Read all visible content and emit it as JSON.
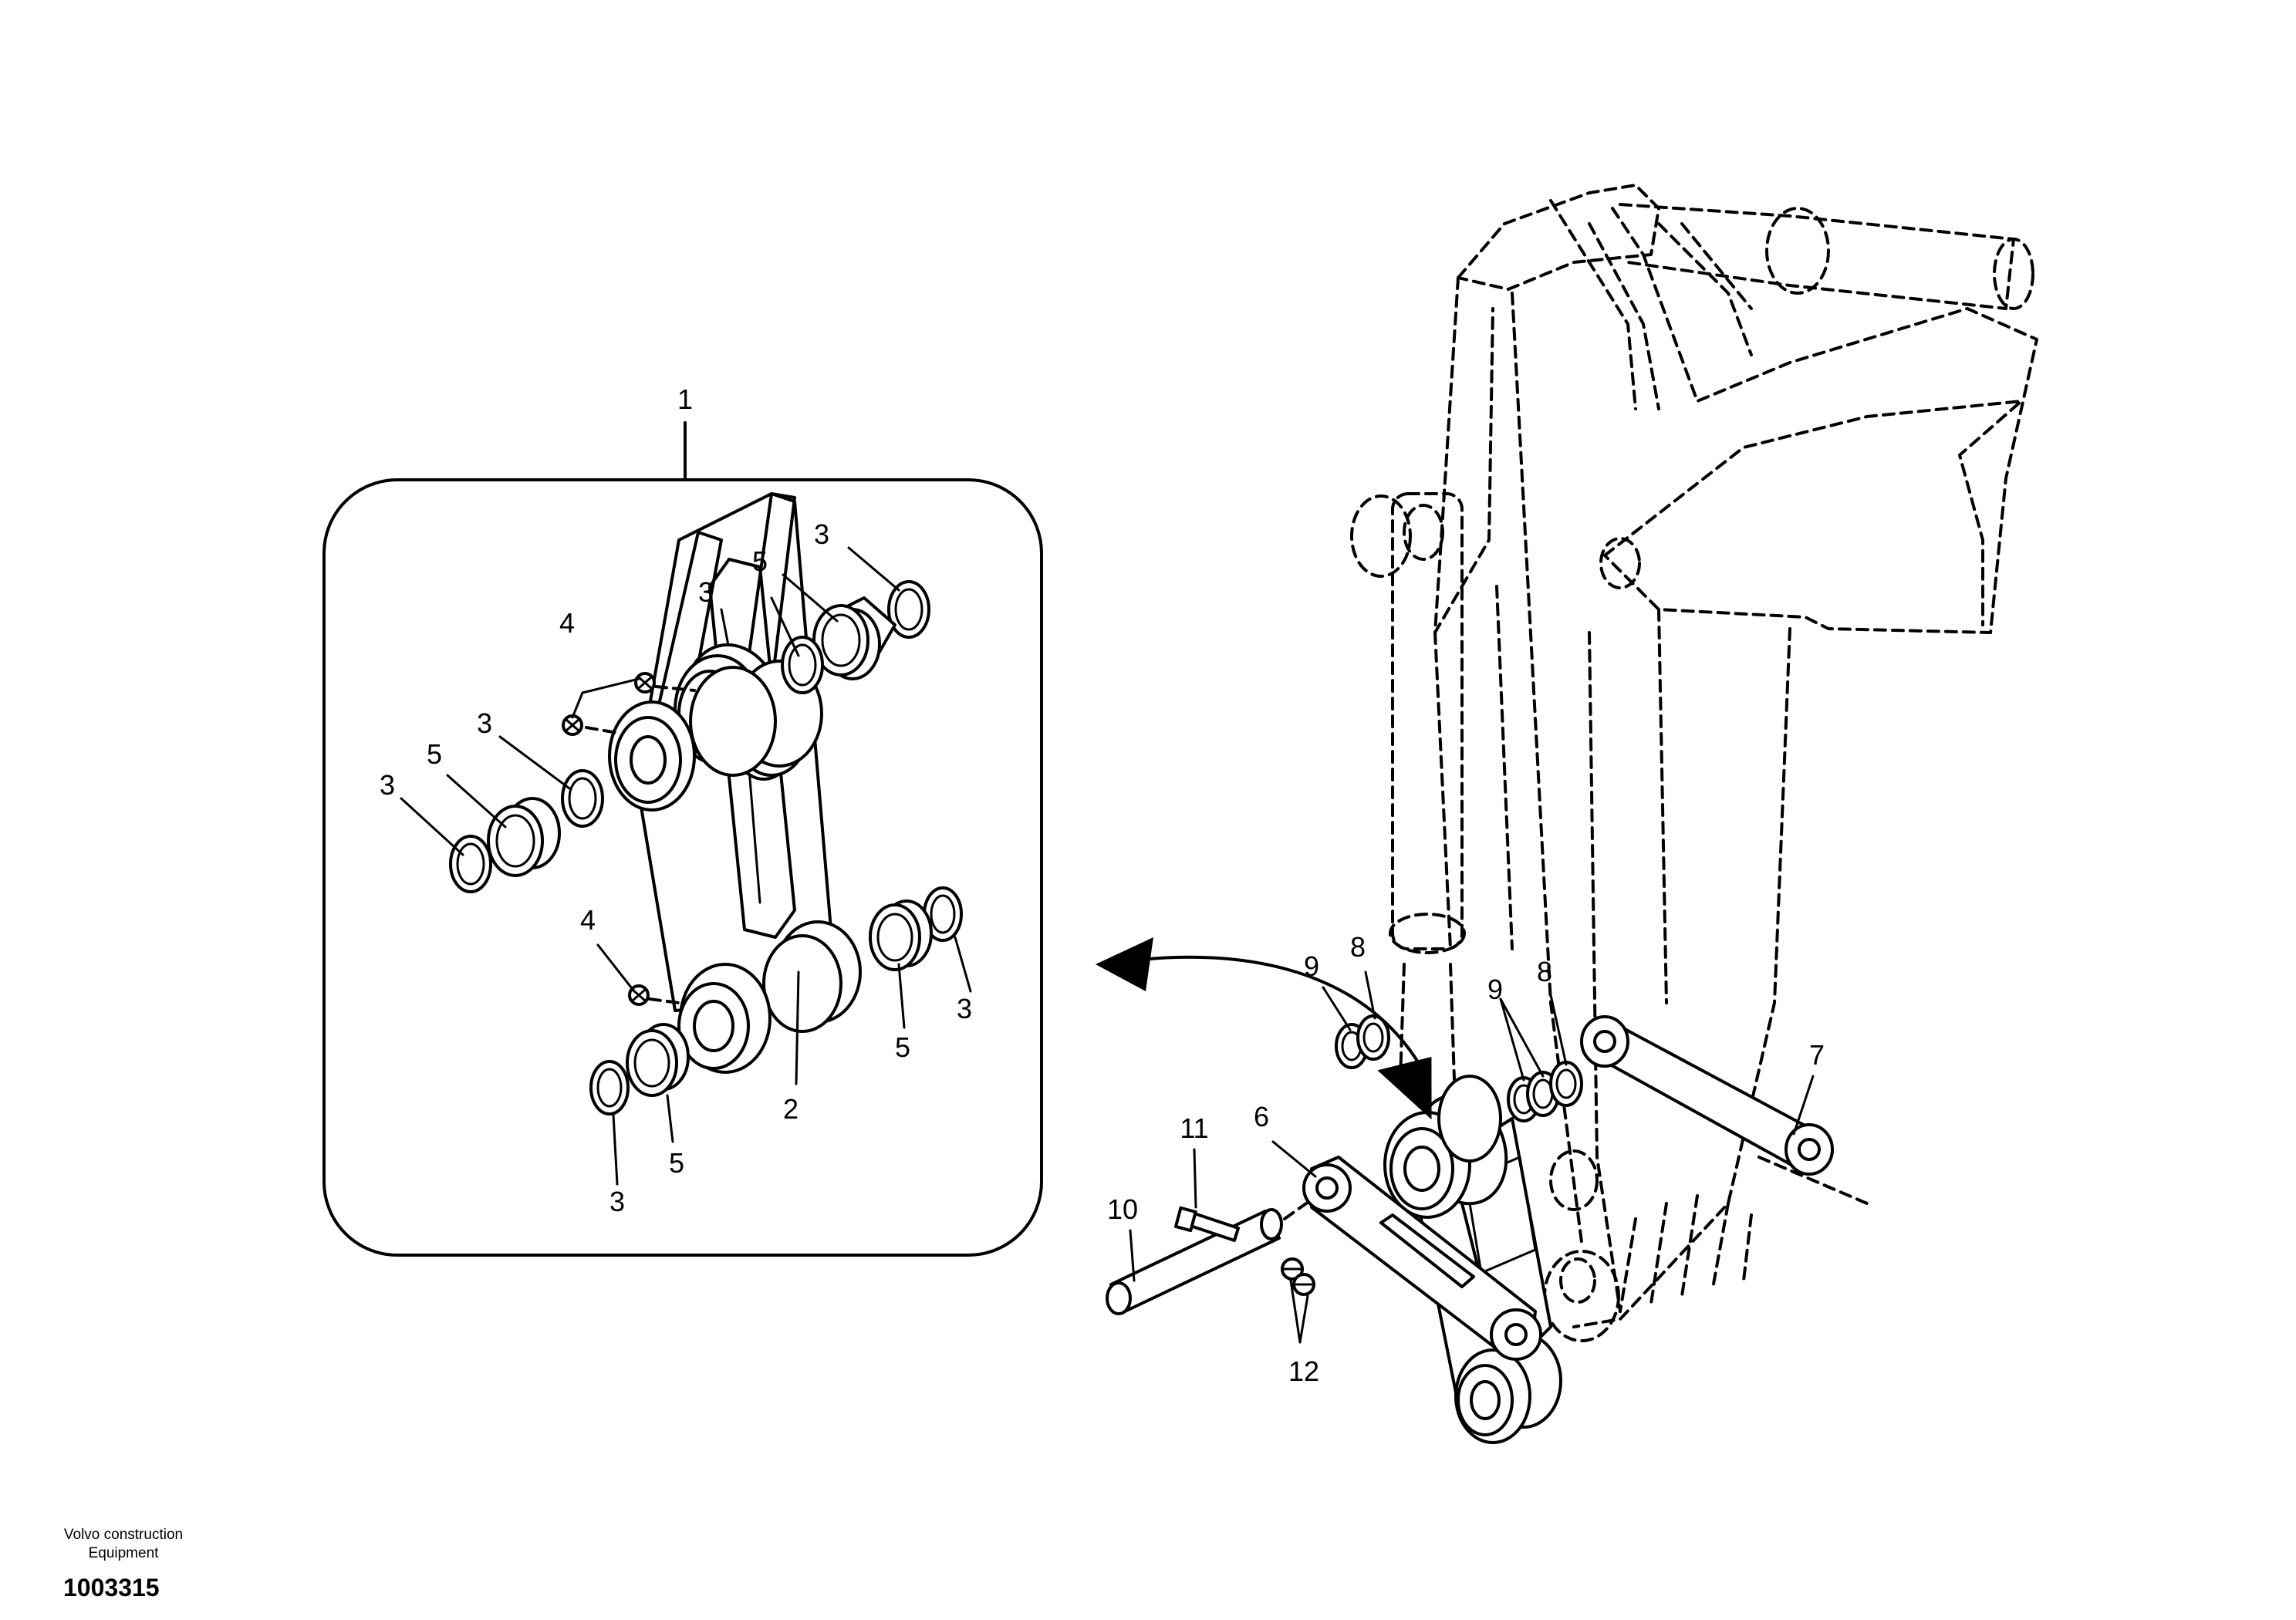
{
  "callouts": {
    "c1": "1",
    "c2": "2",
    "c3a": "3",
    "c3b": "3",
    "c3c": "3",
    "c3d": "3",
    "c3e": "3",
    "c3f": "3",
    "c4a": "4",
    "c4b": "4",
    "c5a": "5",
    "c5b": "5",
    "c5c": "5",
    "c5d": "5",
    "c6": "6",
    "c7": "7",
    "c8a": "8",
    "c8b": "8",
    "c9a": "9",
    "c9b": "9",
    "c10": "10",
    "c11": "11",
    "c12": "12"
  },
  "footer": {
    "company_line1": "Volvo construction",
    "company_line2": "Equipment",
    "document_number": "1003315"
  }
}
